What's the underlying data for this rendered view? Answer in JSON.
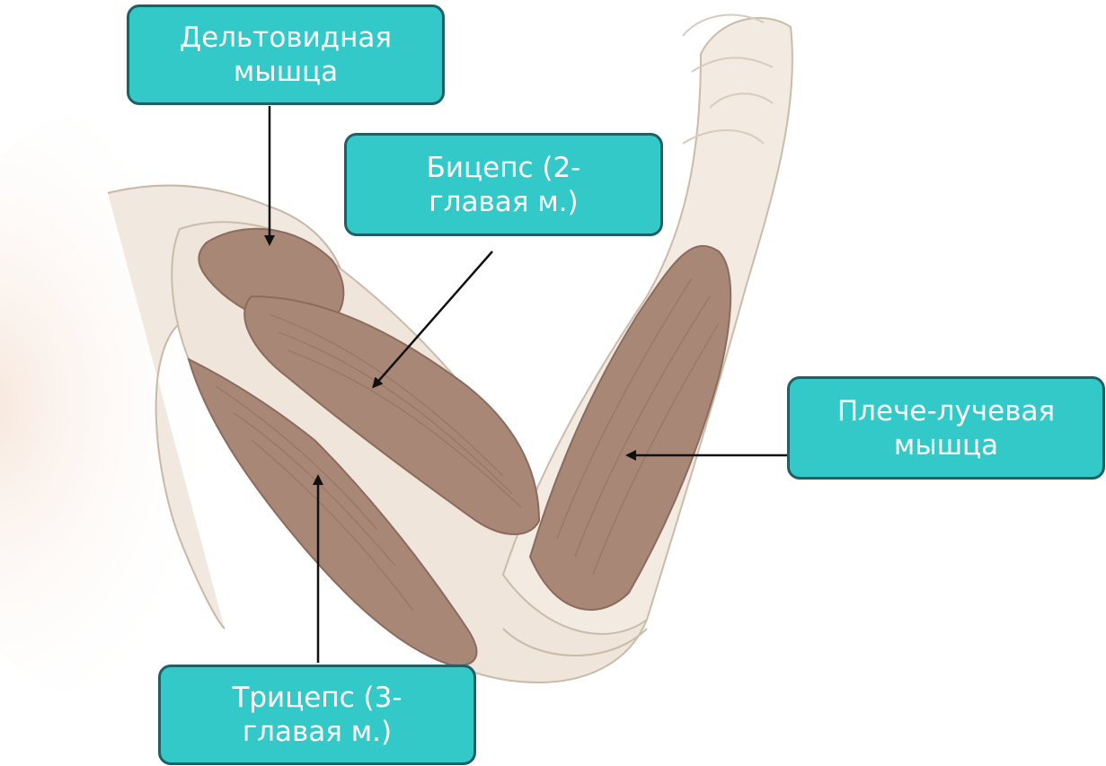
{
  "labels": {
    "deltoid": "Дельтовидная\nмышца",
    "biceps": "Бицепс (2-\nглавая м.)",
    "brachioradialis": "Плече-лучевая\nмышца",
    "triceps": "Трицепс (3-\nглавая м.)"
  },
  "colors": {
    "callout_fill": "#33c9c9",
    "callout_border": "#1f5f66",
    "muscle": "#a88777",
    "skin": "#f4ece2",
    "arrow": "#111111"
  }
}
